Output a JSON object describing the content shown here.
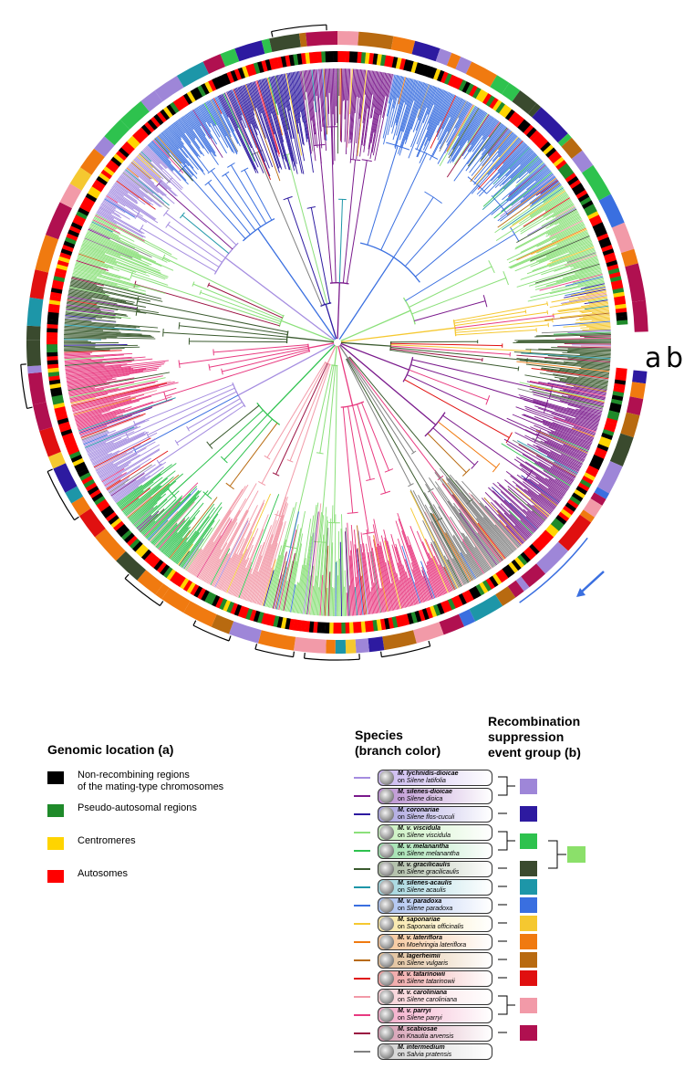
{
  "figure": {
    "ring_label_a": "a",
    "ring_label_b": "b",
    "arrow_color": "#3a6fe0"
  },
  "legend_genomic": {
    "title": "Genomic location (a)",
    "items": [
      {
        "label": "Non-recombining regions\nof the mating-type chromosomes",
        "color": "#000000"
      },
      {
        "label": "Pseudo-autosomal regions",
        "color": "#1f8a2a"
      },
      {
        "label": "Centromeres",
        "color": "#ffd400"
      },
      {
        "label": "Autosomes",
        "color": "#ff0000"
      }
    ]
  },
  "legend_species": {
    "title": "Species\n(branch color)",
    "group_title": "Recombination\nsuppression\nevent group (b)",
    "items": [
      {
        "name": "M. lychnidis-dioicae",
        "host_prefix": "on ",
        "host": "Silene latifolia",
        "color": "#a58de0",
        "bg": "#c9b6ef"
      },
      {
        "name": "M. silenes-dioicae",
        "host_prefix": "on ",
        "host": "Silene dioica",
        "color": "#7a1a8c",
        "bg": "#b98ed0"
      },
      {
        "name": "M. coronariae",
        "host_prefix": "on ",
        "host": "Silene flos-cuculi",
        "color": "#2d1aa0",
        "bg": "#a9a2df"
      },
      {
        "name": "M. v. viscidula",
        "host_prefix": "on ",
        "host": "Silene viscidula",
        "color": "#8be07a",
        "bg": "#c7f0bd"
      },
      {
        "name": "M. v. melanantha",
        "host_prefix": "on ",
        "host": "Silene melanantha",
        "color": "#2ec24e",
        "bg": "#9be0aa"
      },
      {
        "name": "M. v. gracilicaulis",
        "host_prefix": "on ",
        "host": "Silene gracilicaulis",
        "color": "#3a5a2e",
        "bg": "#a8b89f"
      },
      {
        "name": "M. silenes-acaulis",
        "host_prefix": "on ",
        "host": "Silene acaulis",
        "color": "#1d96a8",
        "bg": "#9fd4dd"
      },
      {
        "name": "M. v. paradoxa",
        "host_prefix": "on ",
        "host": "Silene paradoxa",
        "color": "#3a6fe0",
        "bg": "#a9c0f0"
      },
      {
        "name": "M. saponariae",
        "host_prefix": "on ",
        "host": "Saponaria officinalis",
        "color": "#f5c830",
        "bg": "#f8e6a3"
      },
      {
        "name": "M. v. lateriflora",
        "host_prefix": "on ",
        "host": "Moehringia lateriflora",
        "color": "#f07a10",
        "bg": "#f6c395"
      },
      {
        "name": "M. lagerheimii",
        "host_prefix": "on ",
        "host": "Silene vulgaris",
        "color": "#b86a10",
        "bg": "#e0bd95"
      },
      {
        "name": "M. v. tatarinowii",
        "host_prefix": "on ",
        "host": "Silene tatarinowii",
        "color": "#e01010",
        "bg": "#f0a0a0"
      },
      {
        "name": "M. v. caroliniana",
        "host_prefix": "on ",
        "host": "Silene caroliniana",
        "color": "#f29aa8",
        "bg": "#f8d0d6"
      },
      {
        "name": "M. v. parryi",
        "host_prefix": "on ",
        "host": "Silene parryi",
        "color": "#e83a80",
        "bg": "#f3a9c8"
      },
      {
        "name": "M. scabiosae",
        "host_prefix": "on ",
        "host": "Knautia arvensis",
        "color": "#9a1040",
        "bg": "#d49ab0"
      },
      {
        "name": "M. intermedium",
        "host_prefix": "on ",
        "host": "Salvia pratensis",
        "color": "#808080",
        "bg": "#d0d0d0"
      }
    ]
  },
  "legend_groups": [
    {
      "color": "#9e86d8",
      "rows": [
        0,
        1
      ]
    },
    {
      "color": "#2d1aa0",
      "rows": [
        2
      ]
    },
    {
      "color": "#2ec24e",
      "rows": [
        3,
        4
      ]
    },
    {
      "color": "#3a4a2e",
      "rows": [
        5
      ]
    },
    {
      "color": "#1d96a8",
      "rows": [
        6
      ]
    },
    {
      "color": "#3a6fe0",
      "rows": [
        7
      ]
    },
    {
      "color": "#f5c830",
      "rows": [
        8
      ]
    },
    {
      "color": "#f07a10",
      "rows": [
        9
      ]
    },
    {
      "color": "#b86a10",
      "rows": [
        10
      ]
    },
    {
      "color": "#e01010",
      "rows": [
        11
      ]
    },
    {
      "color": "#f29aa8",
      "rows": [
        12,
        13
      ]
    },
    {
      "color": "#b01050",
      "rows": [
        14
      ]
    }
  ],
  "legend_supergroup": {
    "color": "#8be06a",
    "groups": [
      2,
      3
    ]
  }
}
